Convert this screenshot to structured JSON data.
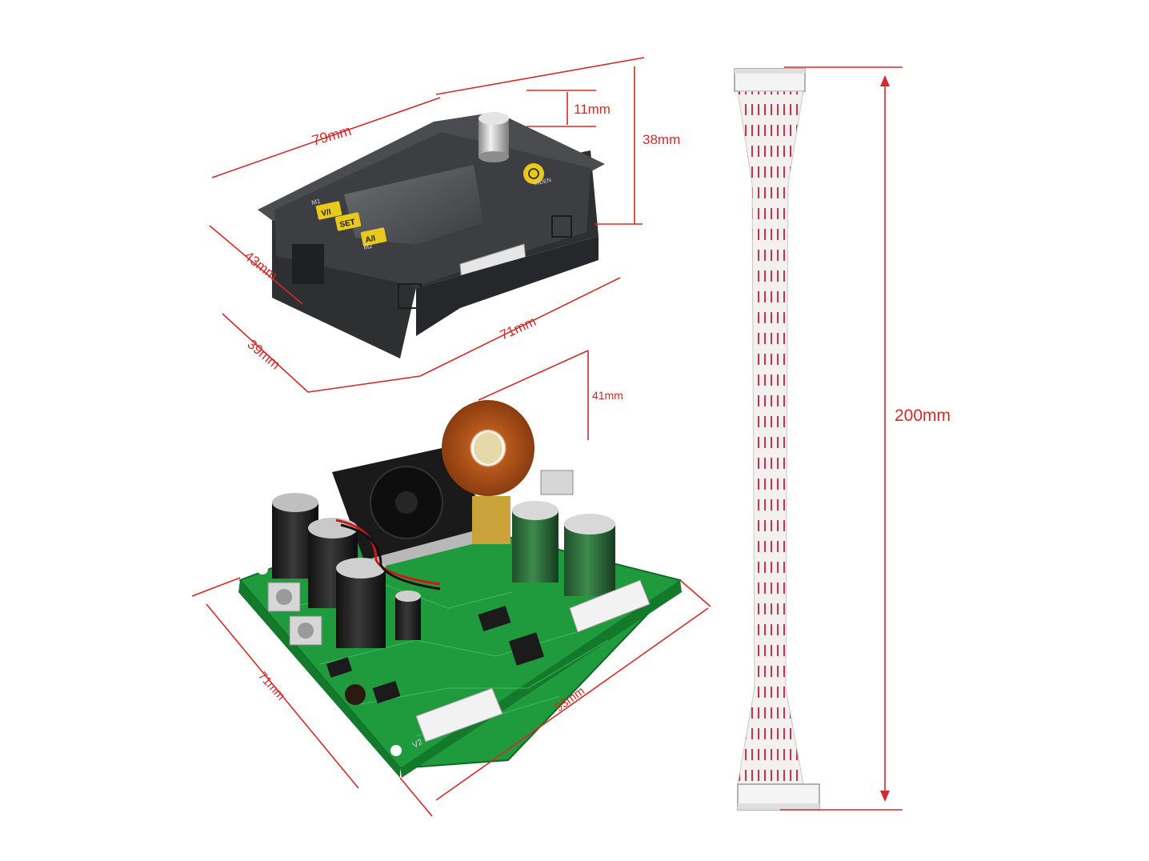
{
  "dimensions": {
    "module_width": "79mm",
    "knob_height": "11mm",
    "module_height": "38mm",
    "module_depth": "43mm",
    "module_side": "39mm",
    "module_front": "71mm",
    "board_height": "41mm",
    "board_width": "71mm",
    "board_length": "93mm",
    "cable_length": "200mm"
  },
  "panel_labels": {
    "btn_top": "V/I",
    "btn_mid": "SET",
    "btn_bottom": "A/I",
    "m1": "M1",
    "m2": "M2",
    "brand": "RIDEN",
    "board_mark": "V2"
  },
  "colors": {
    "dimension": "#d42a2a",
    "housing": "#3a3a3c",
    "pcb": "#1f9a3c",
    "button": "#e8c91c",
    "cable_stripe": "#c8324a"
  }
}
